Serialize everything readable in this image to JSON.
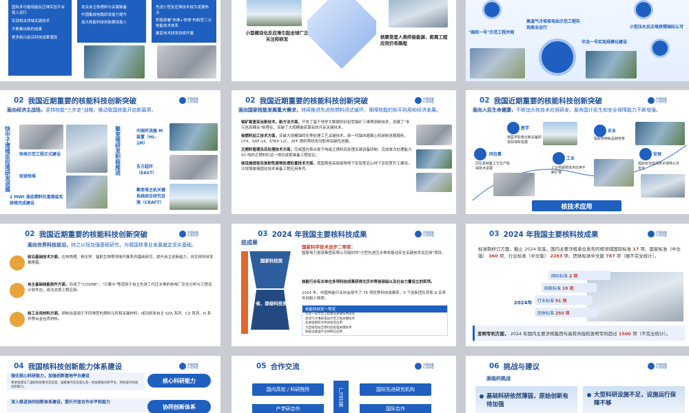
{
  "r1s1": {
    "bullets": [
      "国际多功能熔盐反应堆实验平台投入运行",
      "实现相关领域关键技术",
      "不断推出新的成果",
      "更多新兴前沿科技成果涌现"
    ],
    "col2": [
      "攻关自主核燃料与关键装备",
      "中国集成电路研发能力提升",
      "加大核能科技创新建设投入"
    ],
    "col3": [
      "先进小型反应堆技术成为发展热点",
      "积极部署\"热堆+快堆\"的新型三元核能技术体系",
      "聚变技术研发持续开展"
    ]
  },
  "r1s2": {
    "c1": "小型模块化反应堆引起全球广泛关注和研发",
    "c2": "核聚变是人类终极能源，距离工程应用仍有路程"
  },
  "r1s3": {
    "a": "\"国和一号\"示范工程并网",
    "b": "高温气冷堆核电站示范工程实现商业运行",
    "c": "华龙一号实现规模化建设",
    "d": "小型压水反应堆获得国际认可"
  },
  "r2s1": {
    "num": "02",
    "title": "我国近期重要的核能科技创新突破",
    "subtitle": "面向经济主战场，",
    "subtitle_b": "坚持核能\"三步走\"战略，推动我国核能开启新篇章。",
    "left_vert": "快中子增殖反应堆研发进展",
    "items": [
      "快堆示范工程正式建设",
      "铅铋快堆",
      "2 MWt 液态燃料钍基熔盐实验堆完成建设"
    ],
    "mid_vert": "聚变堆研发积极推进",
    "right": [
      "中国环流器 M 装置（HL-2M）",
      "东方超环（EAST）",
      "聚变堆主机关键系统综合研究设施（CRAFT）"
    ]
  },
  "r2s2": {
    "num": "02",
    "title": "我国近期重要的核能科技创新突破",
    "subtitle": "面向国家核能发展重大需求，",
    "subtitle_b": "持续推进先进核燃料闭式循环，保障核能的和平利用和经济发展。",
    "rows": [
      {
        "k": "铀矿勘查采治新技术，新方法方面，",
        "v": "开发了基于地学大数据的砂岩型铀矿三维预测新技术，创建了\"多元信息耦合\"新理论，突破了大规模铀资源高效开采关键技术。"
      },
      {
        "k": "核燃料加工技术方面，",
        "v": "突破大规模铀转化等处理工艺关键技术，新一代铀浓缩离心机研制进展顺利，CF4、SAF-14、STEP-12C、ATF 燃料等研发均取得突破性进展。"
      },
      {
        "k": "乏燃料管理及后处理技术方面，",
        "v": "完成国内首台套千吨级乏燃料后处理关键设备研制，完成单次处理能力 50 吨的乏燃料贮运一体化成套装备工程验证。"
      },
      {
        "k": "核设施退役及放射性废物处理处置技术方面，",
        "v": "我国首座高放废物地下实验室北山地下实验室开工建设，冷坩埚玻璃固化技术具备工程应用条件。"
      }
    ]
  },
  "r2s3": {
    "num": "02",
    "title": "我国近期重要的核能科技创新突破",
    "subtitle": "面向人民生命健康，",
    "subtitle_b": "不断加大核技术应用研发，服务国计民生和安全保障能力不断增强。",
    "cats": [
      {
        "name": "同位素",
        "desc": "同位素制备工艺生产取得技术进展"
      },
      {
        "name": "医学",
        "desc": "核医学影像诊断设备研发取得新进展"
      },
      {
        "name": "工业",
        "desc": "工业领域核技术应用不断扩展"
      },
      {
        "name": "农业",
        "desc": "辐射育种新品种培育"
      },
      {
        "name": "安保",
        "desc": "辐射安全检测技术保障公共安全"
      }
    ],
    "footer": "核技术应用"
  },
  "r3s1": {
    "num": "02",
    "title": "我国近期重要的核能科技创新突破",
    "subtitle": "面向世界科技前沿，",
    "subtitle_b": "持之以恒加强基础研究，为我国核事业发展奠定坚实基础。",
    "rows": [
      {
        "k": "前沿基础技术方面，",
        "v": "在核物理、核化学、辐射生物等领域开展系列基础研究，提升自主创新能力，夯实核科技发展根基。"
      },
      {
        "k": "自主基础核能软件方面，",
        "v": "形成了\"COSINE\"、\"兰鹰®\"等适用于自主先进三代压水堆的核电厂安全分析与工程设计软件包，成功支撑工程应用。"
      },
      {
        "k": "核工业用材料方面，",
        "v": "研制出适用于不同堆型的燃料元件和关键材料，成功研发自主 SZA 系列、CZ 系列、N 系列等合金包壳材料。"
      }
    ]
  },
  "r3s2": {
    "num": "03",
    "title": "2024 年我国主要核科技成果",
    "left": "技成果",
    "award": "国家科学技术进步二等奖：",
    "t1": "国家电力投资集团有限公司组织的\"大型先进压水堆非能动安全关键技术及应用\"项目。",
    "t2": "核能行业有关单位多项科技成果获得北京市等省部级以及社会力量设立的奖项。",
    "t3": "2024 年，中国核能行业协会授予了 76 项优秀科技成果奖，5 个创新团队奖和 8 名青年创新人物奖。",
    "tri_top": "国家科技奖",
    "tri_bot": "省、部级科技奖",
    "list_title": "核能科技奖一等奖",
    "list": [
      "华龙一号示范工程建设关键技术研究",
      "高温气冷堆核电站示范工程关键技术",
      "先进核燃料元件研发及应用",
      "大型核电站乏燃料后处理关键技术",
      "核级设备国产化研制与应用"
    ]
  },
  "r3s3": {
    "num": "03",
    "title": "2024 年我国主要核科技成果",
    "line1a": "标准制修订方面，截止 2024 年底，国内主要涉核单位发布的核领域国际标准",
    "n1": "17",
    "line1b": "项、国家标准（中文版）",
    "n2": "360",
    "line1c": "项、行业标准（中文版）",
    "n3": "2283",
    "line1d": "项、团体标准中文版",
    "n4": "787",
    "line1e": "项（据不完全统计）。",
    "bars": [
      {
        "label": "国际标准",
        "value": "2 项"
      },
      {
        "label": "国家标准",
        "value": "10 项"
      },
      {
        "label": "行业标准",
        "value": "91 项"
      },
      {
        "label": "团体标准",
        "value": "250 项"
      }
    ],
    "year": "2024年",
    "foot_a": "发明专利方面，",
    "foot_b": "2024 年国内主要涉核集团与高校共授权发明专利超过",
    "foot_n": "1500",
    "foot_c": "项（不完全统计）。"
  },
  "r4s1": {
    "num": "04",
    "title": "我国核科技创新能力体系建设",
    "b1": "强化核心科研能力，加强创新基地平台建设",
    "b1t": "和承担建设了国防科技重点实验室、国家重点实验室以及一批省部级创新平台，持续提升科技创新能力。",
    "b2": "深入推进协同创新体系建设，提升开放合作水平和能力",
    "pill1": "核心科研能力",
    "pill2": "协同创新体系"
  },
  "r4s2": {
    "num": "05",
    "title": "合作交流",
    "left": "国内高校 / 科研院所",
    "mid": "广泛开展",
    "right": "国际先进研究机构",
    "b1": "产学研合作",
    "b2": "国际合作"
  },
  "r4s3": {
    "num": "06",
    "title": "挑战与建议",
    "sub": "面临的挑战",
    "c1": "基础科研依然薄弱，原始创新有待加强",
    "c2": "大型科研设施不足，设施运行保障不够"
  }
}
